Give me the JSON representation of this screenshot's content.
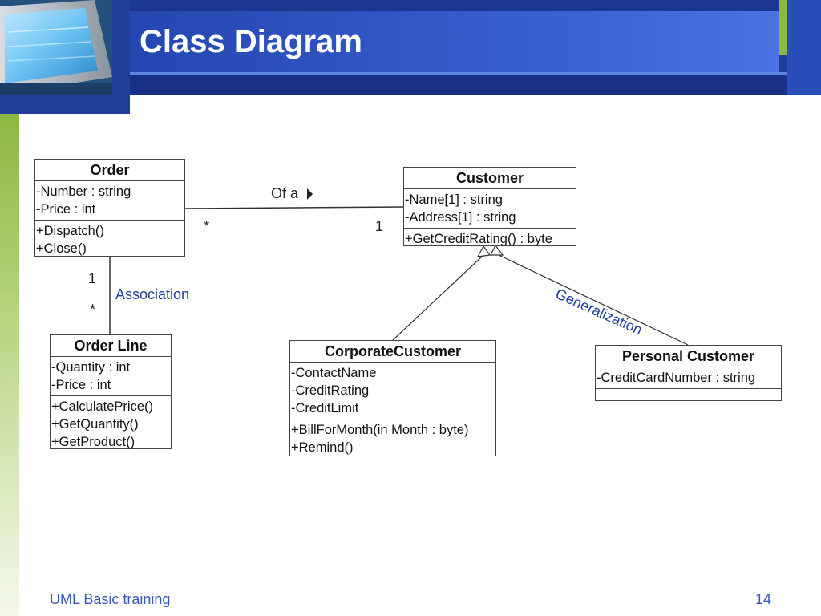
{
  "slide": {
    "title": "Class Diagram",
    "footer_left": "UML Basic training",
    "page_number": "14"
  },
  "diagram": {
    "classes": {
      "order": {
        "name": "Order",
        "attributes": [
          "-Number : string",
          "-Price : int"
        ],
        "operations": [
          "+Dispatch()",
          "+Close()"
        ]
      },
      "customer": {
        "name": "Customer",
        "attributes": [
          "-Name[1] : string",
          "-Address[1] : string"
        ],
        "operations": [
          "+GetCreditRating() : byte"
        ]
      },
      "order_line": {
        "name": "Order Line",
        "attributes": [
          "-Quantity : int",
          "-Price : int"
        ],
        "operations": [
          "+CalculatePrice()",
          "+GetQuantity()",
          "+GetProduct()"
        ]
      },
      "corporate_customer": {
        "name": "CorporateCustomer",
        "attributes": [
          "-ContactName",
          "-CreditRating",
          "-CreditLimit"
        ],
        "operations": [
          "+BillForMonth(in Month : byte)",
          "+Remind()"
        ]
      },
      "personal_customer": {
        "name": "Personal Customer",
        "attributes": [
          "-CreditCardNumber : string"
        ],
        "operations": []
      }
    },
    "relations": {
      "order_customer": {
        "label": "Of a",
        "mult_order": "*",
        "mult_customer": "1"
      },
      "order_orderline": {
        "label": "Association",
        "mult_order": "1",
        "mult_orderline": "*"
      },
      "generalization": {
        "label": "Generalization"
      }
    },
    "colors": {
      "header_blue": "#1f3f9a",
      "accent_green": "#8cb840",
      "footer_text": "#3558b8"
    }
  }
}
